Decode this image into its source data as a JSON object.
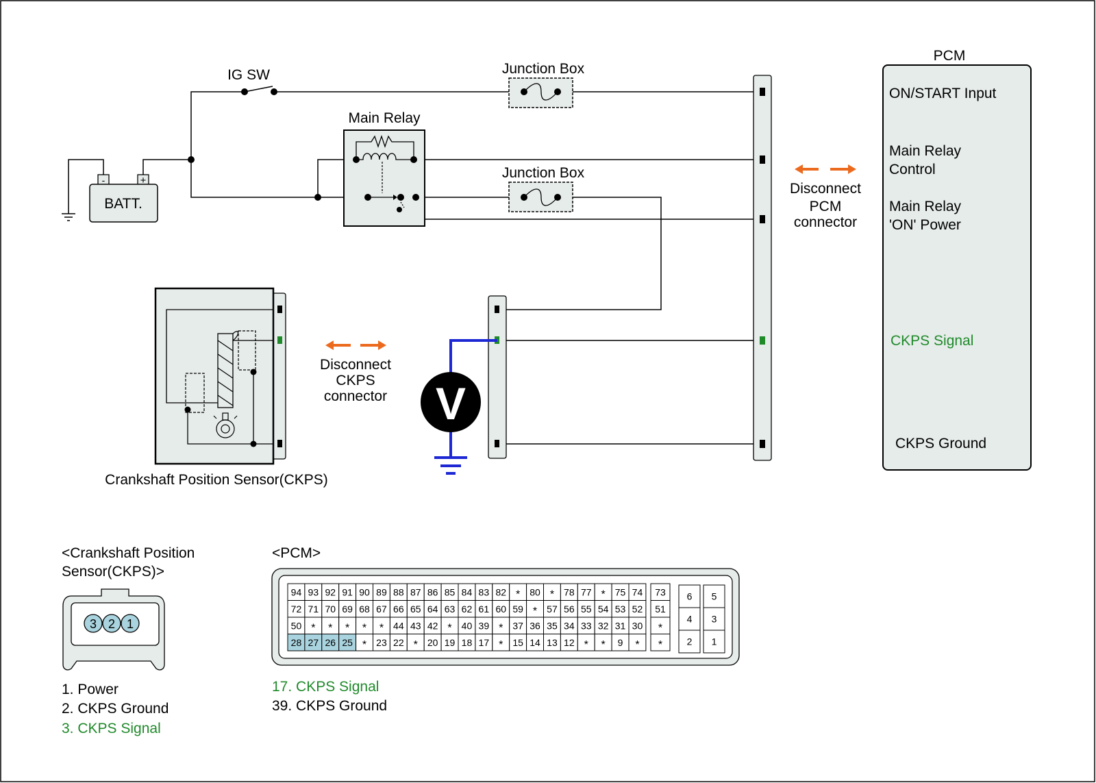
{
  "colors": {
    "panel": "#e6ecea",
    "highlight": "#a9d3de",
    "ckps_signal": "#1f8a2a",
    "disconnect_arrow": "#ec6a1e",
    "voltmeter_lead": "#1d28d4"
  },
  "labels": {
    "ig_sw": "IG SW",
    "junction_box_1": "Junction Box",
    "junction_box_2": "Junction Box",
    "main_relay": "Main Relay",
    "battery": "BATT.",
    "battery_minus": "-",
    "battery_plus": "+",
    "pcm_title": "PCM",
    "voltmeter": "V",
    "ckps_title": "Crankshaft Position Sensor(CKPS)"
  },
  "pcm_pins": {
    "on_start": "ON/START Input",
    "main_relay_control_1": "Main Relay",
    "main_relay_control_2": "Control",
    "main_relay_power_1": "Main Relay",
    "main_relay_power_2": "'ON' Power",
    "ckps_signal": "CKPS Signal",
    "ckps_ground": "CKPS Ground"
  },
  "disconnect_pcm": [
    "Disconnect",
    "PCM",
    "connector"
  ],
  "disconnect_ckps": [
    "Disconnect",
    "CKPS",
    "connector"
  ],
  "ckps_connector": {
    "title_line1": "<Crankshaft Position",
    "title_line2": "Sensor(CKPS)>",
    "pins": [
      "3",
      "2",
      "1"
    ],
    "legend": [
      "1. Power",
      "2. CKPS Ground",
      "3. CKPS Signal"
    ]
  },
  "pcm_connector": {
    "title": "<PCM>",
    "rows": [
      [
        "94",
        "93",
        "92",
        "91",
        "90",
        "89",
        "88",
        "87",
        "86",
        "85",
        "84",
        "83",
        "82",
        "*",
        "80",
        "*",
        "78",
        "77",
        "*",
        "75",
        "74"
      ],
      [
        "72",
        "71",
        "70",
        "69",
        "68",
        "67",
        "66",
        "65",
        "64",
        "63",
        "62",
        "61",
        "60",
        "59",
        "*",
        "57",
        "56",
        "55",
        "54",
        "53",
        "52"
      ],
      [
        "50",
        "*",
        "*",
        "*",
        "*",
        "*",
        "44",
        "43",
        "42",
        "*",
        "40",
        "39",
        "*",
        "37",
        "36",
        "35",
        "34",
        "33",
        "32",
        "31",
        "30"
      ],
      [
        "28",
        "27",
        "26",
        "25",
        "*",
        "23",
        "22",
        "*",
        "20",
        "19",
        "18",
        "17",
        "*",
        "15",
        "14",
        "13",
        "12",
        "*",
        "*",
        "9",
        "*"
      ]
    ],
    "side_column": [
      "73",
      "51",
      "*",
      "*"
    ],
    "block_col_1": [
      "6",
      "4",
      "2"
    ],
    "block_col_2": [
      "5",
      "3",
      "1"
    ],
    "highlighted": [
      "28",
      "27",
      "26",
      "25"
    ],
    "legend": [
      "17. CKPS Signal",
      "39. CKPS Ground"
    ]
  }
}
